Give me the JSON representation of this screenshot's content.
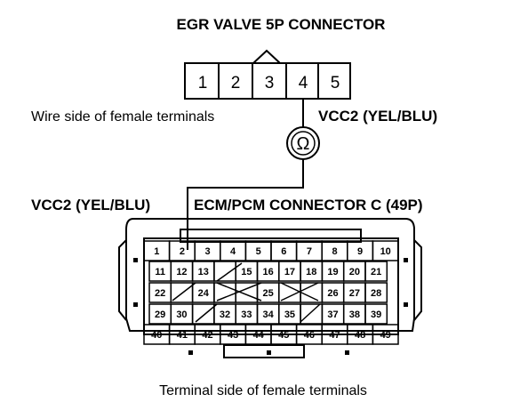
{
  "egr": {
    "title": "EGR VALVE 5P CONNECTOR",
    "pins": [
      "1",
      "2",
      "3",
      "4",
      "5"
    ],
    "side_label": "Wire side of female terminals",
    "vcc_label": "VCC2 (YEL/BLU)"
  },
  "meter": {
    "symbol": "Ω"
  },
  "ecm": {
    "vcc_label": "VCC2 (YEL/BLU)",
    "title": "ECM/PCM CONNECTOR C (49P)",
    "side_label": "Terminal side of female terminals",
    "rows": [
      [
        "1",
        "2",
        "3",
        "4",
        "5",
        "6",
        "7",
        "8",
        "9",
        "10"
      ],
      [
        "11",
        "12",
        "13",
        "",
        "15",
        "16",
        "17",
        "18",
        "19",
        "20",
        "21"
      ],
      [
        "22",
        "",
        "24",
        "",
        "",
        "25",
        "",
        "",
        "26",
        "27",
        "28"
      ],
      [
        "29",
        "30",
        "",
        "32",
        "33",
        "34",
        "35",
        "",
        "37",
        "38",
        "39"
      ],
      [
        "40",
        "41",
        "42",
        "43",
        "44",
        "45",
        "46",
        "47",
        "48",
        "49"
      ]
    ]
  }
}
